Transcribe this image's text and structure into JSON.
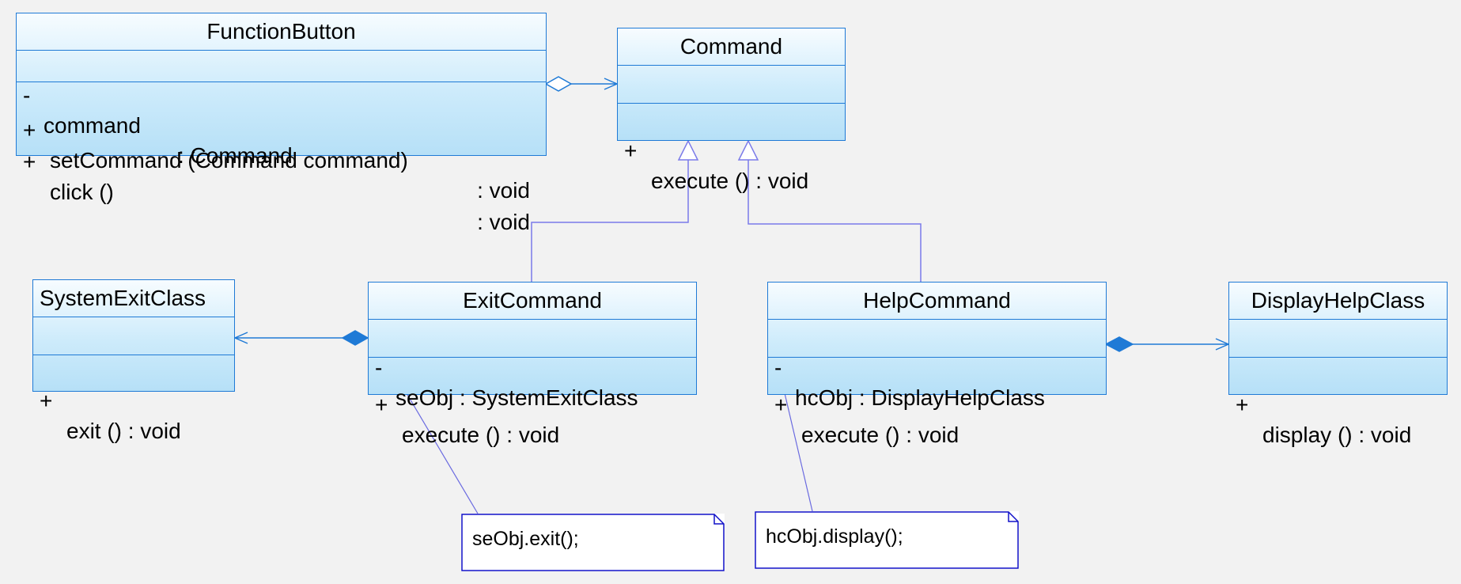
{
  "classes": {
    "function_button": {
      "name": "FunctionButton",
      "attributes": [
        {
          "vis": "-",
          "text": "command",
          "type": ": Command"
        }
      ],
      "operations": [
        {
          "vis": "+",
          "text": "setCommand (Command command)",
          "type": ": void"
        },
        {
          "vis": "+",
          "text": "click ()",
          "type": ": void"
        }
      ]
    },
    "command": {
      "name": "Command",
      "operations": [
        {
          "vis": "+",
          "text": "execute () : void"
        }
      ]
    },
    "system_exit_class": {
      "name": "SystemExitClass",
      "operations": [
        {
          "vis": "+",
          "text": "exit () : void"
        }
      ]
    },
    "exit_command": {
      "name": "ExitCommand",
      "attributes": [
        {
          "vis": "-",
          "text": "seObj : SystemExitClass"
        }
      ],
      "operations": [
        {
          "vis": "+",
          "text": "execute () : void"
        }
      ]
    },
    "help_command": {
      "name": "HelpCommand",
      "attributes": [
        {
          "vis": "-",
          "text": "hcObj : DisplayHelpClass"
        }
      ],
      "operations": [
        {
          "vis": "+",
          "text": "execute () : void"
        }
      ]
    },
    "display_help_class": {
      "name": "DisplayHelpClass",
      "operations": [
        {
          "vis": "+",
          "text": "display () : void"
        }
      ]
    }
  },
  "notes": {
    "exit_note": "seObj.exit();",
    "help_note": "hcObj.display();"
  },
  "colors": {
    "class_border": "#1f7ad6",
    "class_fill_top": "#f7fcff",
    "class_fill_bottom": "#b6e0f7",
    "generalization_line": "#7b7bea",
    "association_line": "#1f7ad6",
    "note_border": "#1010c8",
    "note_link": "#6a6ae0",
    "background": "#f2f2f2"
  }
}
